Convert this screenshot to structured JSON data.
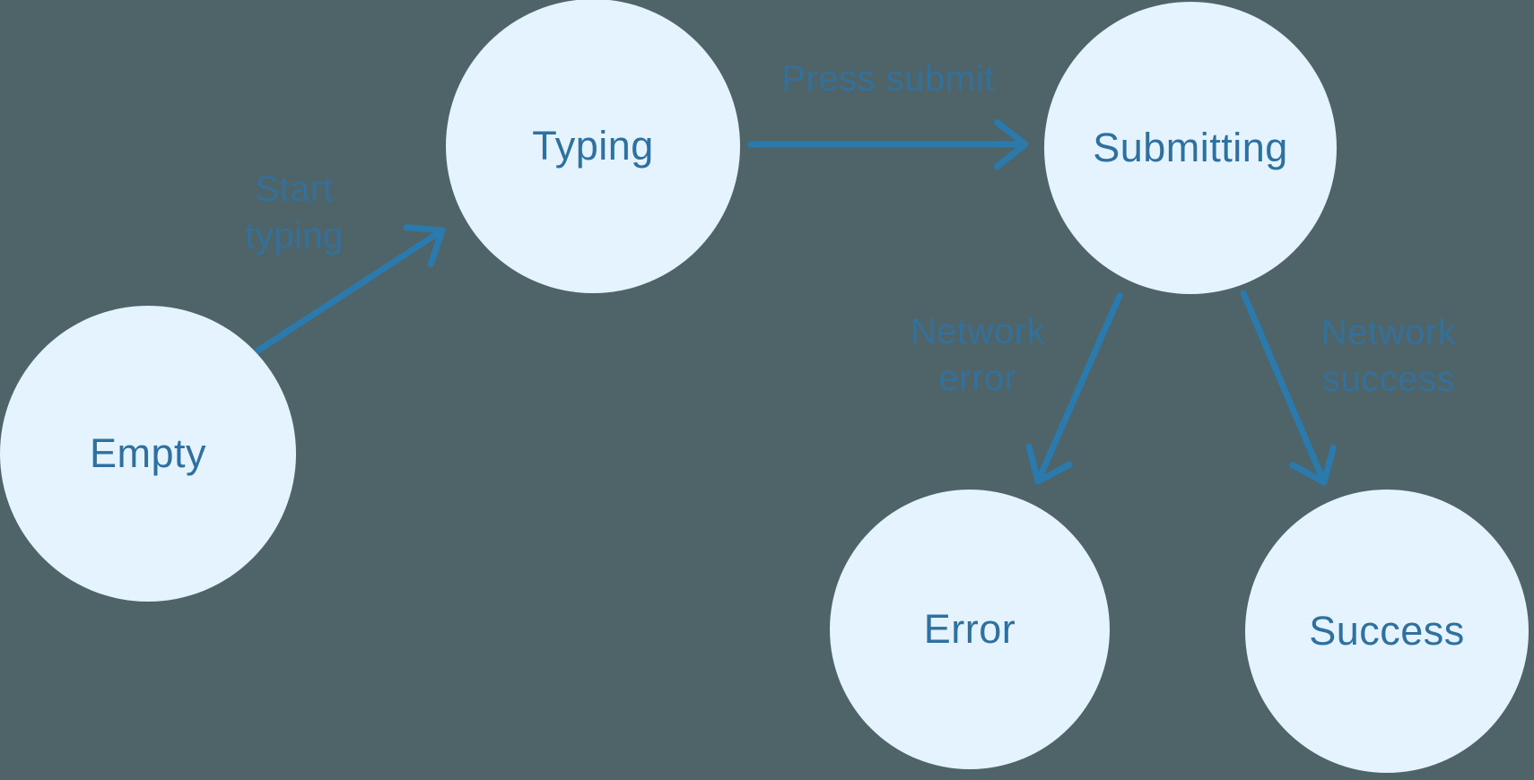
{
  "diagram": {
    "colors": {
      "background": "#4e6468",
      "node_fill": "#e4f3fd",
      "node_text": "#2e71a1",
      "edge_label": "#347099",
      "arrow": "#2b7aad"
    },
    "nodes": [
      {
        "id": "empty",
        "label": "Empty"
      },
      {
        "id": "typing",
        "label": "Typing"
      },
      {
        "id": "submitting",
        "label": "Submitting"
      },
      {
        "id": "error",
        "label": "Error"
      },
      {
        "id": "success",
        "label": "Success"
      }
    ],
    "edges": [
      {
        "from": "empty",
        "to": "typing",
        "label": "Start typing"
      },
      {
        "from": "typing",
        "to": "submitting",
        "label": "Press submit"
      },
      {
        "from": "submitting",
        "to": "error",
        "label": "Network error"
      },
      {
        "from": "submitting",
        "to": "success",
        "label": "Network success"
      }
    ]
  }
}
